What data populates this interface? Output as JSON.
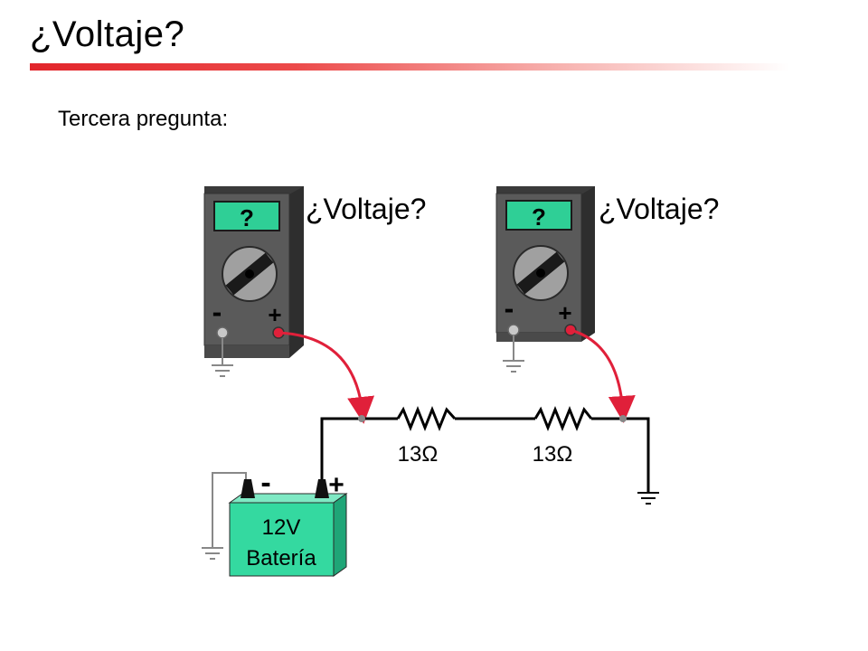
{
  "title": "¿Voltaje?",
  "subtitle": "Tercera pregunta:",
  "meters": [
    {
      "display": "?",
      "question": "¿Voltaje?",
      "minus_label": "-",
      "plus_label": "+"
    },
    {
      "display": "?",
      "question": "¿Voltaje?",
      "minus_label": "-",
      "plus_label": "+"
    }
  ],
  "resistors": [
    {
      "label": "13Ω"
    },
    {
      "label": "13Ω"
    }
  ],
  "battery": {
    "voltage": "12V",
    "name": "Batería",
    "minus_label": "-",
    "plus_label": "+"
  },
  "colors": {
    "title_rule": "#e2252b",
    "meter_body": "#5a5a5a",
    "meter_display": "#2fcf96",
    "probe_wire": "#e0203a",
    "battery": "#34d9a0",
    "wire": "#000000"
  }
}
